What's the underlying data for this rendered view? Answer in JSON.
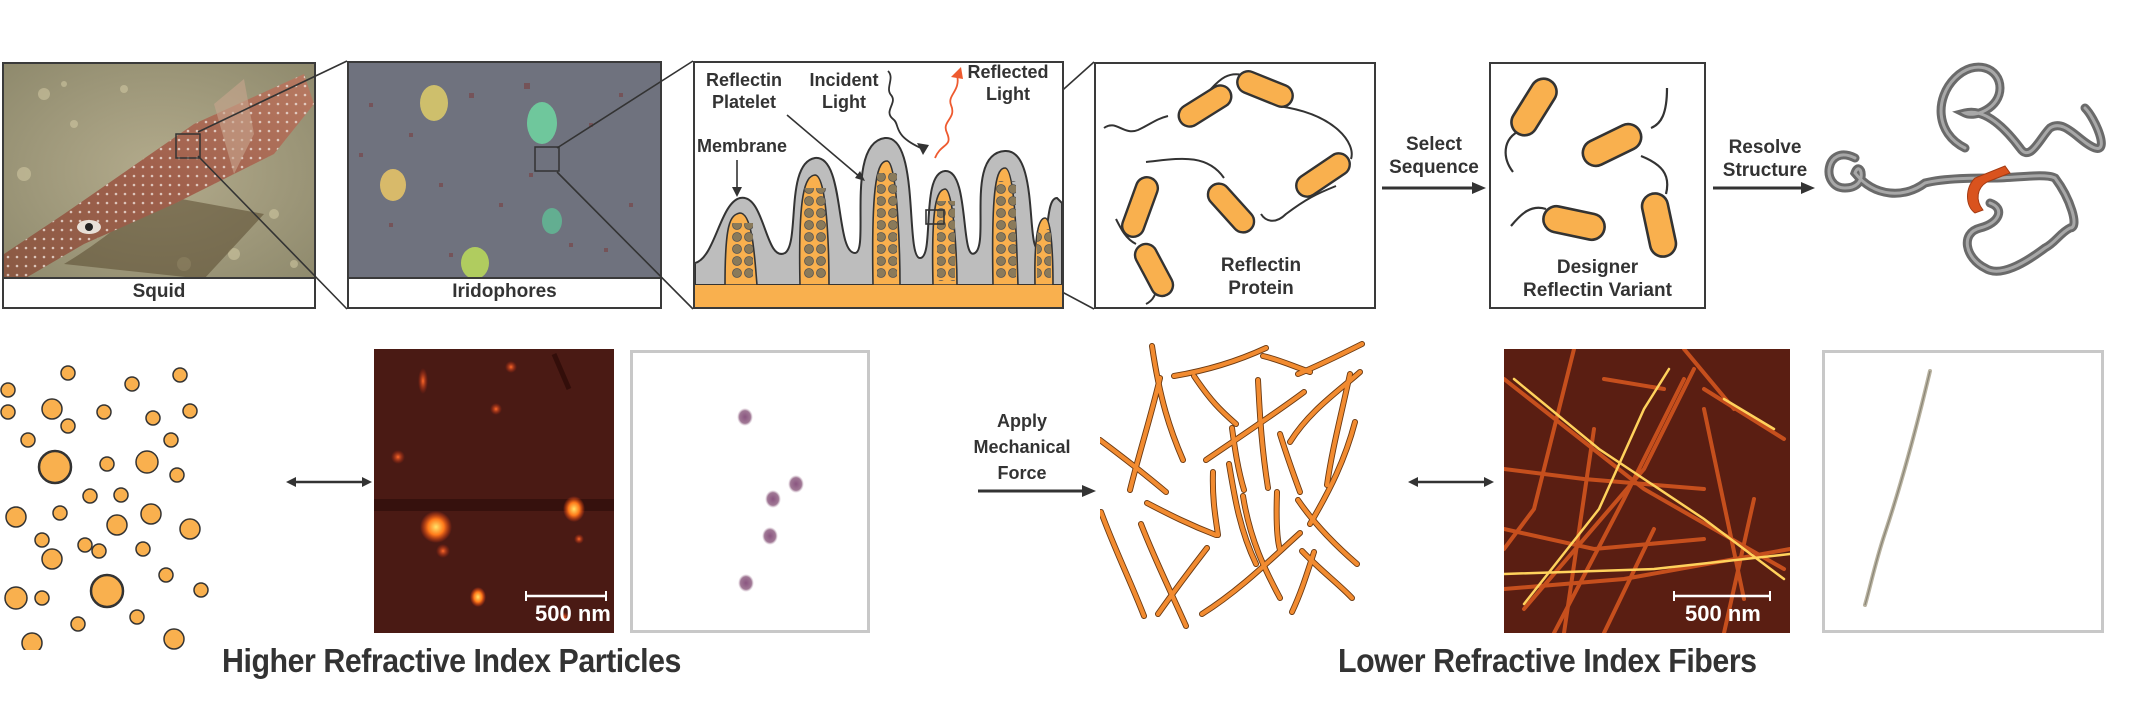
{
  "figure": {
    "top_row": {
      "panels": [
        {
          "id": "squid",
          "caption": "Squid"
        },
        {
          "id": "iridophores",
          "caption": "Iridophores"
        },
        {
          "id": "iridocyte-diagram",
          "labels": {
            "reflectin_platelet": [
              "Reflectin",
              "Platelet"
            ],
            "incident_light": [
              "Incident",
              "Light"
            ],
            "reflected_light": [
              "Reflected",
              "Light"
            ],
            "membrane": "Membrane"
          }
        },
        {
          "id": "reflectin-protein",
          "caption": [
            "Reflectin",
            "Protein"
          ]
        },
        {
          "id": "designer-variant",
          "caption": [
            "Designer",
            "Reflectin Variant"
          ]
        },
        {
          "id": "resolved-structure"
        }
      ],
      "arrows": [
        {
          "id": "select-sequence",
          "label": [
            "Select",
            "Sequence"
          ]
        },
        {
          "id": "resolve-structure",
          "label": [
            "Resolve",
            "Structure"
          ]
        }
      ]
    },
    "bottom_row": {
      "particles": {
        "title": "Higher Refractive Index Particles",
        "afm_scale_bar": "500 nm"
      },
      "fibers": {
        "title": "Lower Refractive Index Fibers",
        "afm_scale_bar": "500 nm"
      },
      "transition_arrow": {
        "label": [
          "Apply",
          "Mechanical",
          "Force"
        ]
      },
      "equivalence_arrow_icon": "double-headed-arrow"
    },
    "colors": {
      "reflectin_orange": "#F9B04E",
      "fiber_orange": "#F28B30",
      "outline": "#333333",
      "membrane_gray": "#BDBDBD",
      "reflected_light": "#EE5A2F",
      "structure_highlight": "#D9531E",
      "afm_background": "#4A1A14"
    }
  }
}
